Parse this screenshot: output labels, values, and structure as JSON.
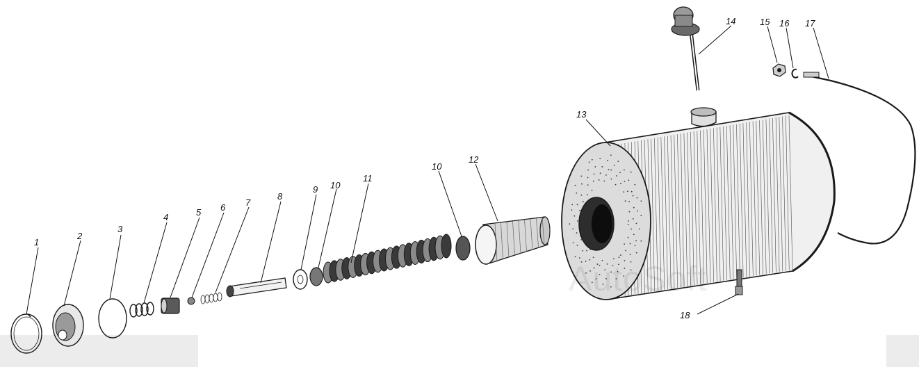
{
  "diagram": {
    "watermark": "AutoSoft",
    "callouts": [
      "1",
      "2",
      "3",
      "4",
      "5",
      "6",
      "7",
      "8",
      "9",
      "10",
      "10",
      "11",
      "12",
      "13",
      "14",
      "15",
      "16",
      "17",
      "18"
    ]
  }
}
